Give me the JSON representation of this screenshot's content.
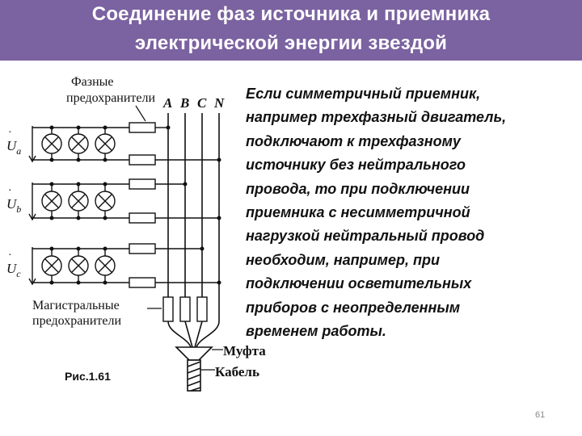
{
  "title": {
    "line1": "Соединение фаз источника и приемника",
    "line2": "электрической энергии звездой"
  },
  "diagram": {
    "phase_fuses_label_1": "Фазные",
    "phase_fuses_label_2": "предохранители",
    "bus_A": "A",
    "bus_B": "B",
    "bus_C": "C",
    "bus_N": "N",
    "voltage_a": "U",
    "voltage_a_sub": "a",
    "voltage_b": "U",
    "voltage_b_sub": "b",
    "voltage_c": "U",
    "voltage_c_sub": "c",
    "main_fuses_label_1": "Магистральные",
    "main_fuses_label_2": "предохранители",
    "coupling_label": "Муфта",
    "cable_label": "Кабель"
  },
  "figure_caption": "Рис.1.61",
  "body_lines": [
    "Если симметричный приемник,",
    "например трехфазный двигатель,",
    "подключают к трехфазному",
    "источнику без нейтрального",
    "провода, то при подключении",
    "приемника с несимметричной",
    "нагрузкой нейтральный провод",
    "необходим, например, при",
    "подключении осветительных",
    "приборов с неопределенным",
    "временем работы."
  ],
  "slide_number": "61",
  "colors": {
    "title_bar": "#7b62a0",
    "title_text": "#ffffff"
  }
}
